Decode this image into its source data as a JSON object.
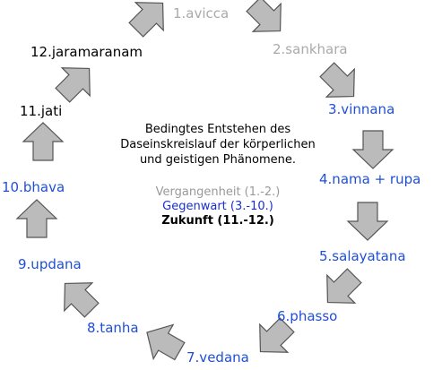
{
  "description": [
    "Bedingtes Entstehen des",
    "Daseinskreislauf der körperlichen",
    "und geistigen Phänomene."
  ],
  "legend": {
    "past": "Vergangenheit (1.-2.)",
    "present": "Gegenwart (3.-10.)",
    "future": "Zukunft (11.-12.)"
  },
  "colors": {
    "past": "#aaaaaa",
    "present": "#1f4fd6",
    "future": "#000000",
    "arrow_fill": "#bbbbbb",
    "arrow_stroke": "#555555"
  },
  "links": [
    {
      "label": "1.avicca",
      "period": "past"
    },
    {
      "label": "2.sankhara",
      "period": "past"
    },
    {
      "label": "3.vinnana",
      "period": "present"
    },
    {
      "label": "4.nama + rupa",
      "period": "present"
    },
    {
      "label": "5.salayatana",
      "period": "present"
    },
    {
      "label": "6.phasso",
      "period": "present"
    },
    {
      "label": "7.vedana",
      "period": "present"
    },
    {
      "label": "8.tanha",
      "period": "present"
    },
    {
      "label": "9.updana",
      "period": "present"
    },
    {
      "label": "10.bhava",
      "period": "present"
    },
    {
      "label": "11.jati",
      "period": "future"
    },
    {
      "label": "12.jaramaranam",
      "period": "future"
    }
  ]
}
